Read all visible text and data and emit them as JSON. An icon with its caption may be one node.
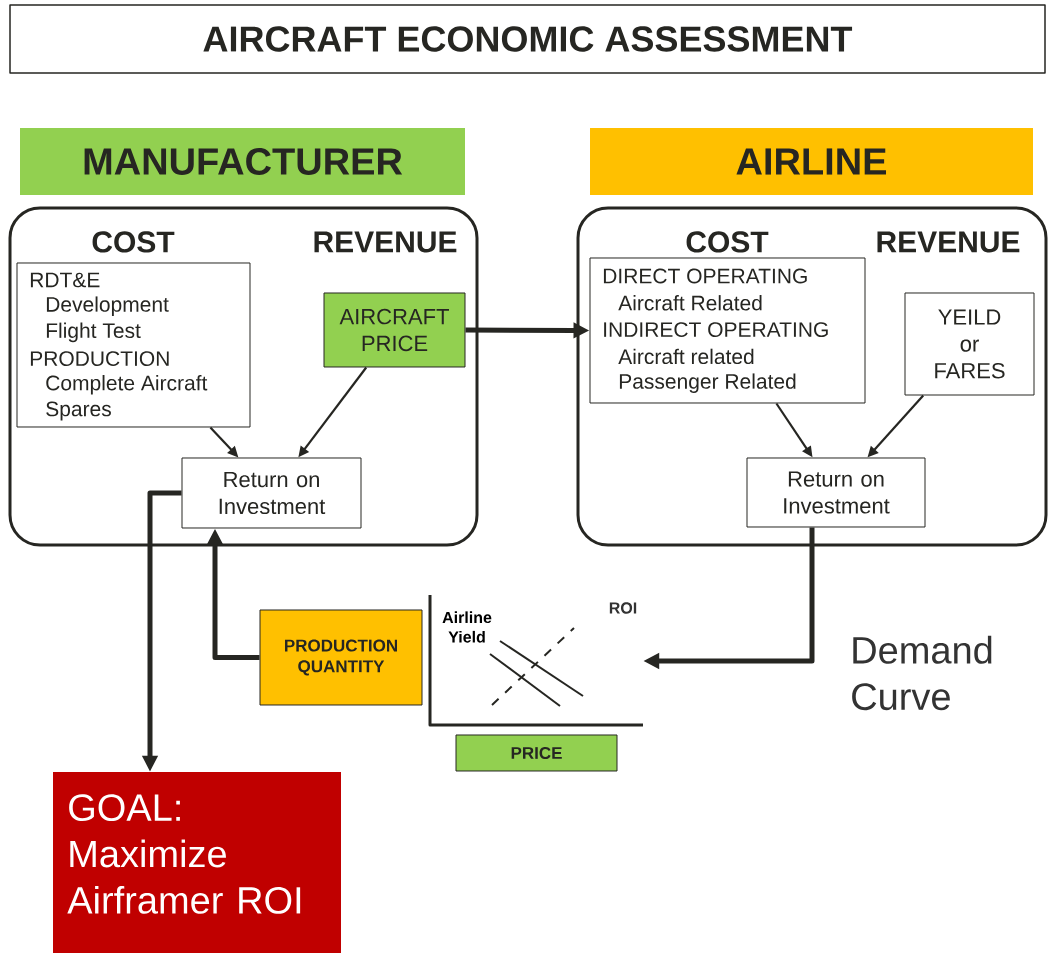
{
  "diagram": {
    "title": "AIRCRAFT ECONOMIC ASSESSMENT",
    "nodes": [
      {
        "text": [
          "MANUFACTURER"
        ]
      },
      {
        "text": [
          "AIRLINE"
        ]
      },
      {
        "text": [
          "COST",
          "REVENUE"
        ]
      },
      {
        "text": [
          "RDT&E",
          "Development",
          "Flight Test",
          "PRODUCTION",
          "Complete Aircraft",
          "Spares"
        ],
        "in": 2
      },
      {
        "text": [
          "AIRCRAFT PRICE"
        ],
        "in": 2
      },
      {
        "text": [
          "Return on Investment"
        ],
        "in": 2
      },
      {
        "text": [
          "COST",
          "REVENUE"
        ]
      },
      {
        "text": [
          "DIRECT OPERATING",
          "Aircraft Related",
          "INDIRECT OPERATING",
          "Aircraft related",
          "Passenger Related"
        ],
        "in": 6
      },
      {
        "text": [
          "YEILD or FARES"
        ],
        "in": 6
      },
      {
        "text": [
          "Return on Investment"
        ],
        "in": 6
      },
      {
        "text": [
          "PRODUCTION QUANTITY"
        ]
      },
      {
        "text": [],
        "shape": "picture"
      },
      {
        "text": [
          "PRICE"
        ]
      },
      {
        "text": [
          "GOAL:",
          "Maximize Airframer ROI"
        ]
      }
    ],
    "edges": [
      {
        "from": 4,
        "to": 7,
        "arrow": "to",
        "style": "thick"
      },
      {
        "from": 3,
        "to": 5,
        "arrow": "to"
      },
      {
        "from": 4,
        "to": 5,
        "arrow": "to"
      },
      {
        "from": 7,
        "to": 9,
        "arrow": "to"
      },
      {
        "from": 8,
        "to": 9,
        "arrow": "to"
      },
      {
        "from": 9,
        "to": 11,
        "arrow": "to",
        "style": "thick"
      },
      {
        "from": 10,
        "to": 5,
        "arrow": "to",
        "style": "thick"
      },
      {
        "from": 5,
        "to": 13,
        "arrow": "to",
        "style": "thick"
      }
    ],
    "labels": [
      "Airline Yield",
      "ROI",
      "Demand Curve"
    ]
  }
}
